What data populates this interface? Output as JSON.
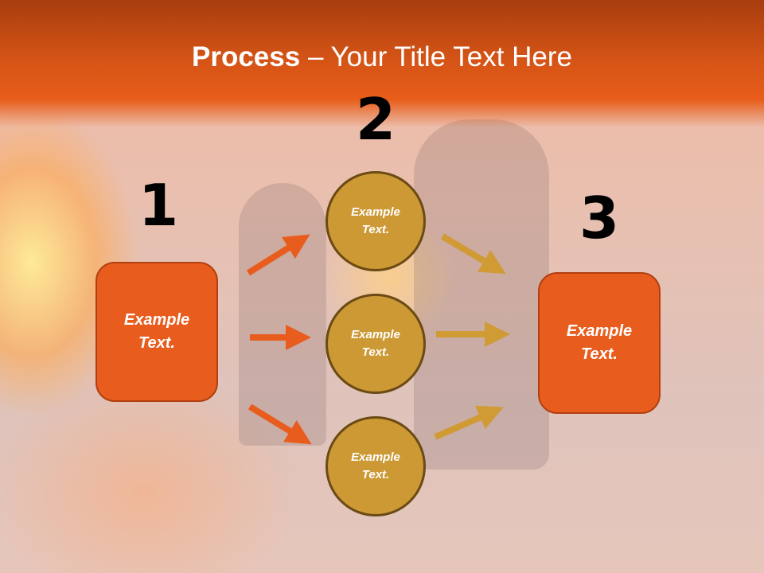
{
  "title": {
    "bold": "Process",
    "rest": " – Your Title Text Here"
  },
  "steps": {
    "n1": "1",
    "n2": "2",
    "n3": "3"
  },
  "left_box": {
    "line1": "Example",
    "line2": "Text."
  },
  "right_box": {
    "line1": "Example",
    "line2": "Text."
  },
  "circles": [
    {
      "line1": "Example",
      "line2": "Text."
    },
    {
      "line1": "Example",
      "line2": "Text."
    },
    {
      "line1": "Example",
      "line2": "Text."
    }
  ],
  "colors": {
    "header": "#e85d19",
    "box_fill": "#e85d1e",
    "circle_fill": "#cc9935",
    "left_arrows": "#e85d1e",
    "right_arrows": "#d09a35"
  }
}
